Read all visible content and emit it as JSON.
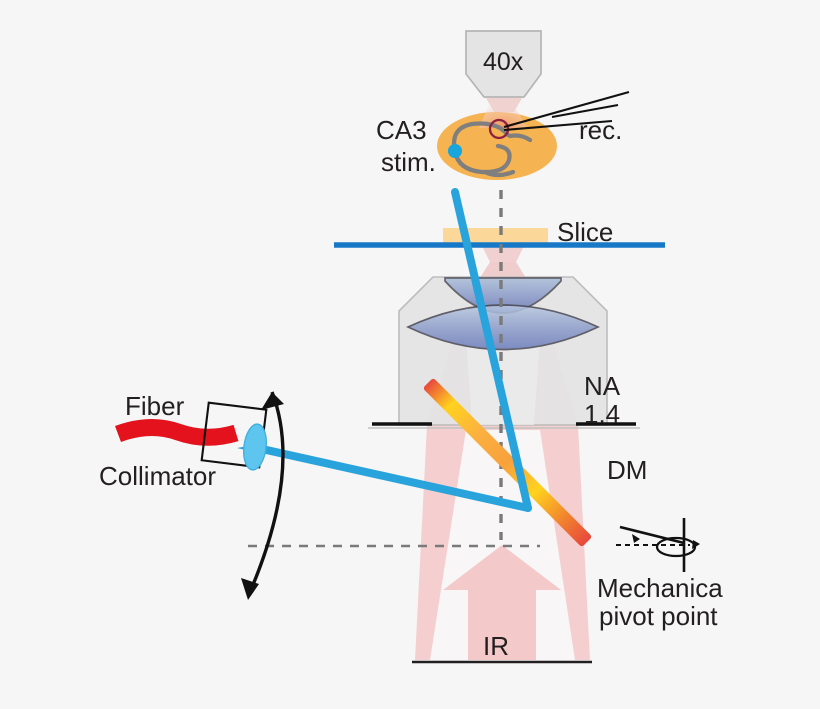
{
  "figure": {
    "type": "optical-setup-diagram",
    "description": "Two-photon microscope with optical fiber stimulation of a hippocampal brain slice"
  },
  "labels": {
    "objective_magnification": "40x",
    "ca3": "CA3",
    "stim": "stim.",
    "rec": "rec.",
    "slice": "Slice",
    "na_text": "NA",
    "na_value": "1.4",
    "fiber": "Fiber",
    "collimator": "Collimator",
    "dm": "DM",
    "mechanical": "Mechanica",
    "pivot_point": "pivot point",
    "ir": "IR"
  },
  "colors": {
    "background": "#f6f6f6",
    "blue_beam": "#29a3dc",
    "slice_line": "#1878c8",
    "slice_block": "#fbd79a",
    "tissue": "#f6b351",
    "tissue_structure": "#808080",
    "stim_dot": "#16a5dc",
    "rec_circle": "#8e2040",
    "ir_pink": "#f5cfcf",
    "dm_red": "#e8483c",
    "dm_yellow": "#ffd21f",
    "lens_blue": "#6b7fc0",
    "objective_body": "#e2e2e2",
    "fiber_red": "#e3121d",
    "text": "#231f20",
    "dashed_gray": "#7a7a7a"
  },
  "elements": {
    "objective_top": "40x objective barrel above the slice",
    "slice_tissue": "orange ellipse hippocampal slice with CA3 region",
    "rec_pipette": "recording pipette, two converging lines to tip",
    "stim_fiber_tip": "cyan stimulation dot on CA3",
    "horizontal_slice_line": "blue horizontal line marking the slice plane",
    "objective_bottom": "high-NA immersion objective with two lens elements",
    "dichroic_mirror": "tilted dichroic mirror with red-yellow gradient",
    "ir_beam": "pink upward arrow representing IR illumination",
    "collimator_assembly": "rectangular collimator housing with cyan lens",
    "pivot_arc": "double-headed curved arrow showing tilt range",
    "pivot_icon": "schematic of mechanical pivot rotation",
    "optical_axis": "vertical gray dashed line",
    "reference_line": "horizontal gray dashed line"
  }
}
